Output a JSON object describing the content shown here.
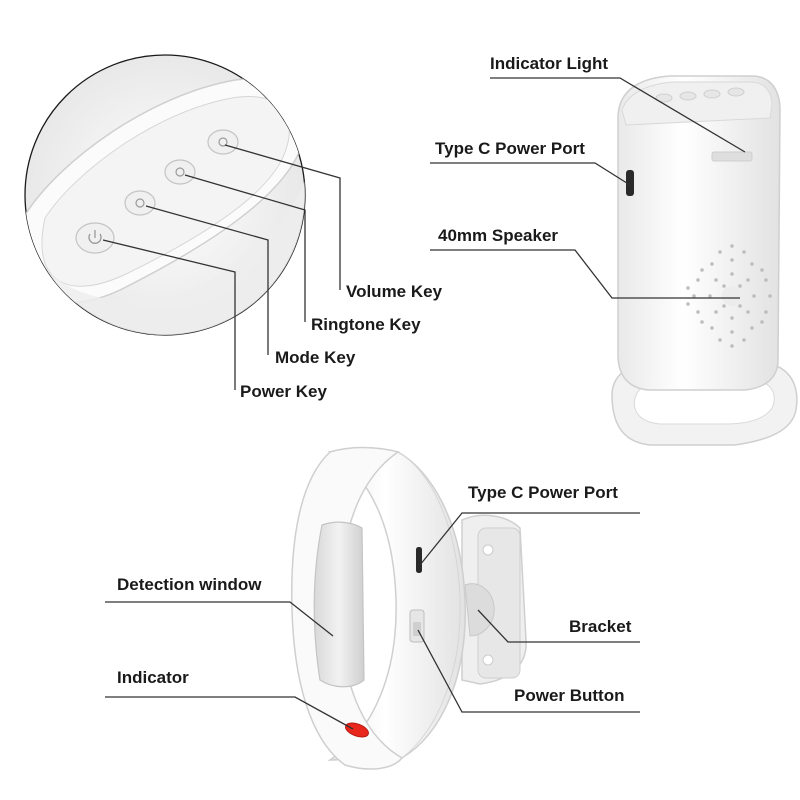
{
  "keypad_callouts": {
    "volume_key": "Volume Key",
    "ringtone_key": "Ringtone Key",
    "mode_key": "Mode Key",
    "power_key": "Power Key"
  },
  "receiver_callouts": {
    "indicator_light": "Indicator Light",
    "type_c_port": "Type C Power Port",
    "speaker": "40mm Speaker"
  },
  "sensor_callouts": {
    "type_c_port": "Type C Power Port",
    "detection_window": "Detection window",
    "bracket": "Bracket",
    "indicator": "Indicator",
    "power_button": "Power Button"
  },
  "colors": {
    "device_white": "#f7f7f7",
    "outline_grey": "#cfcfcf",
    "leader_line": "#333333",
    "indicator_red": "#e8261c"
  }
}
